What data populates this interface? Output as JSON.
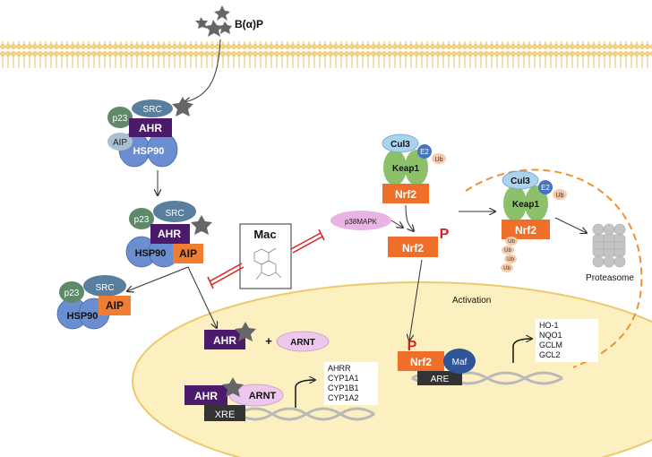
{
  "ligand": {
    "label": "B(α)P"
  },
  "complex_cytoplasm": {
    "p23": "p23",
    "src": "SRC",
    "ahr": "AHR",
    "aip": "AIP",
    "hsp90": "HSP90"
  },
  "complex_ligand_bound": {
    "p23": "p23",
    "src": "SRC",
    "ahr": "AHR",
    "hsp90": "HSP90",
    "aip": "AIP"
  },
  "complex_released": {
    "p23": "p23",
    "src": "SRC",
    "hsp90": "HSP90",
    "aip": "AIP"
  },
  "inhibitor": {
    "label": "Mac"
  },
  "nucleus_ahr": {
    "ahr": "AHR",
    "plus": "+",
    "arnt": "ARNT"
  },
  "xre_complex": {
    "ahr": "AHR",
    "arnt": "ARNT",
    "element": "XRE"
  },
  "ahr_targets": [
    "AHRR",
    "CYP1A1",
    "CYP1B1",
    "CYP1A2"
  ],
  "keap1_complex": {
    "cul3": "Cul3",
    "e2": "E2",
    "ub": "Ub",
    "keap1": "Keap1",
    "nrf2": "Nrf2"
  },
  "kinase": {
    "label": "p38MAPK"
  },
  "nrf2_phospho": {
    "nrf2": "Nrf2",
    "p": "P"
  },
  "degradation_complex": {
    "cul3": "Cul3",
    "e2": "E2",
    "ub": "Ub",
    "keap1": "Keap1",
    "nrf2": "Nrf2",
    "ub_chain": [
      "Ub",
      "Ub",
      "Ub",
      "Ub"
    ]
  },
  "proteasome": {
    "label": "Proteasome"
  },
  "activation": {
    "label": "Activation"
  },
  "are_complex": {
    "nrf2": "Nrf2",
    "p": "P",
    "maf": "Maf",
    "element": "ARE"
  },
  "nrf2_targets": [
    "HO-1",
    "NQO1",
    "GCLM",
    "GCL2"
  ],
  "colors": {
    "membrane": "#f2d680",
    "nucleus": "#fdf0c0",
    "nucleus_border": "#ecc96c",
    "ahr": "#4b1a6a",
    "src": "#5a7f9e",
    "p23": "#5e8a6a",
    "hsp90": "#6b8ed0",
    "aip_light": "#a8c0d0",
    "aip_orange": "#ef7e33",
    "nrf2": "#ef6f2a",
    "keap1": "#8cc16a",
    "cul3": "#a9d3ef",
    "e2": "#4472c4",
    "ub": "#f7c9a9",
    "kinase": "#e8b4e4",
    "arnt": "#eec7ee",
    "maf": "#2f5597",
    "inhibitor_red": "#e02020",
    "ligand": "#666666",
    "proteasome": "#c4c4c4",
    "dna": "#b9b9b9"
  }
}
